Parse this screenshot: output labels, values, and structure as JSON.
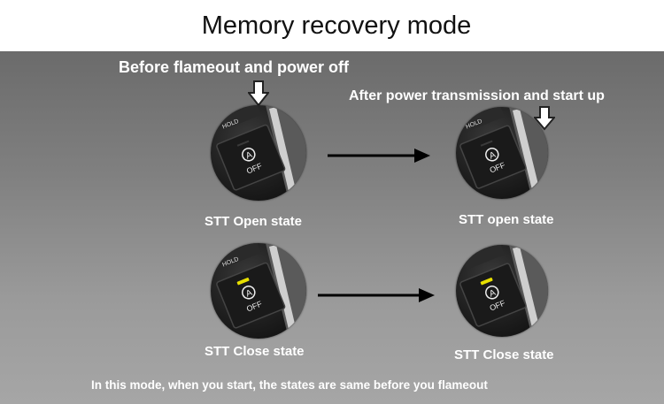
{
  "title": "Memory recovery mode",
  "labels": {
    "before": "Before flameout and power off",
    "after": "After power transmission and start up",
    "state_open_1": "STT Open state",
    "state_open_2": "STT open state",
    "state_close_1": "STT Close state",
    "state_close_2": "STT Close state"
  },
  "button": {
    "hold_text": "HOLD",
    "symbol": "A",
    "off_text": "OFF"
  },
  "footnote": "In this mode, when you start, the states are same before you flameout",
  "colors": {
    "indicator_on": "#e8e000",
    "panel_top": "#6b6b6b",
    "panel_bottom": "#a6a6a6"
  }
}
